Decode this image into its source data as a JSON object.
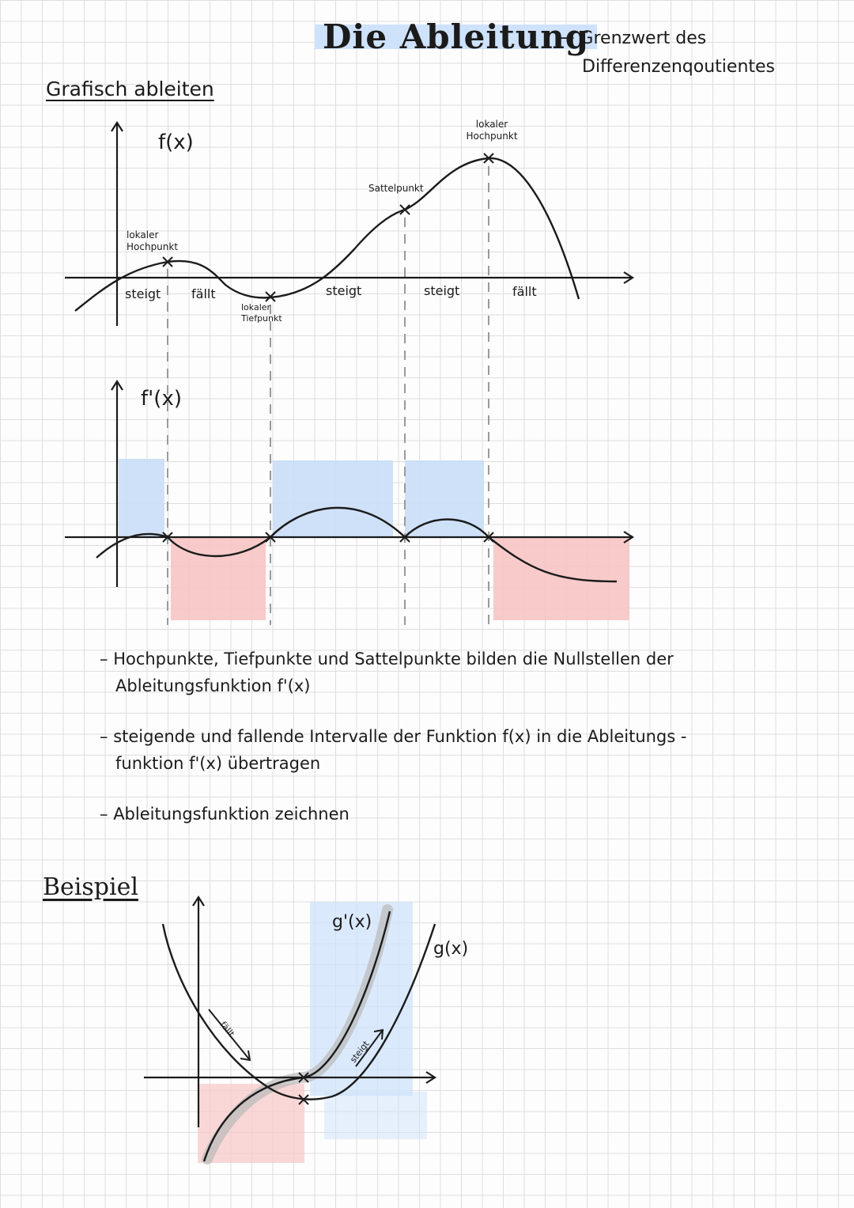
{
  "page": {
    "title": "Die Ableitung",
    "subtitle_line1": "→ Grenzwert des",
    "subtitle_line2": "Differenzenqoutientes",
    "section_graphic": "Grafisch ableiten",
    "section_example": "Beispiel"
  },
  "graph_f": {
    "label": "f(x)",
    "points": {
      "hoch1": "lokaler Hochpunkt",
      "tief": "lokaler Tiefpunkt",
      "sattel": "Sattelpunkt",
      "hoch2": "lokaler Hochpunkt"
    },
    "intervals": [
      "steigt",
      "fällt",
      "steigt",
      "steigt",
      "fällt"
    ]
  },
  "graph_fprime": {
    "label": "f'(x)"
  },
  "notes": [
    {
      "line1": "Hochpunkte, Tiefpunkte und Sattelpunkte bilden die Nullstellen der",
      "line2": "Ableitungsfunktion f'(x)"
    },
    {
      "line1": "steigende und fallende Intervalle der Funktion f(x) in die Ableitungs -",
      "line2": "funktion f'(x) übertragen"
    },
    {
      "line1": "Ableitungsfunktion zeichnen",
      "line2": ""
    }
  ],
  "example": {
    "label_gprime": "g'(x)",
    "label_g": "g(x)",
    "arrow_falls": "fällt",
    "arrow_rises": "steigt"
  },
  "colors": {
    "positive": "#c9def7",
    "negative": "#f7c4c4",
    "highlight": "#cfe2fb"
  }
}
